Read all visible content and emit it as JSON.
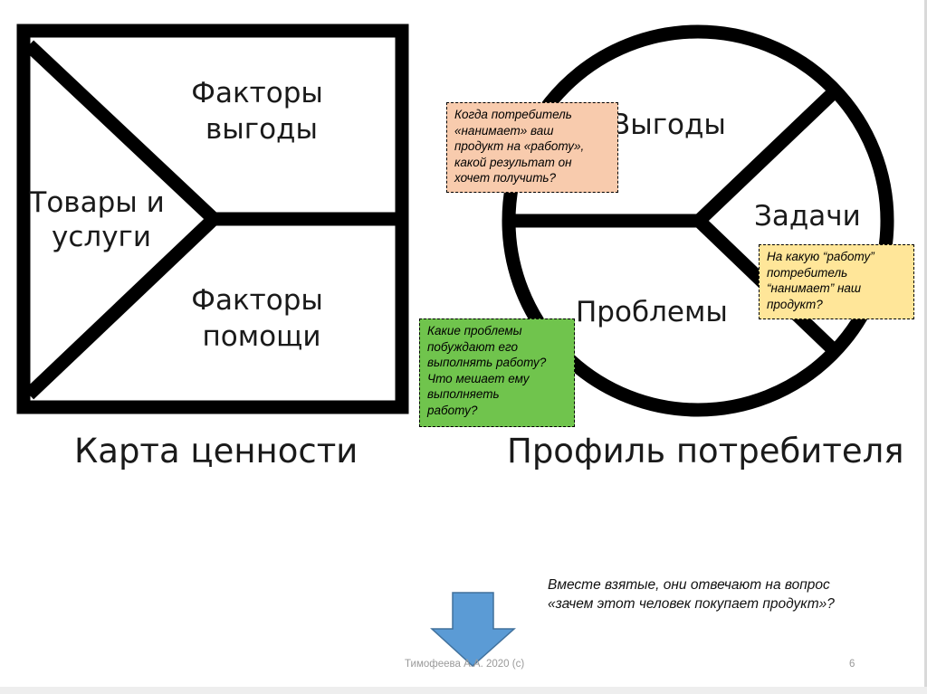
{
  "value_map": {
    "segments": [
      "Факторы\nвыгоды",
      "Товары и\nуслуги",
      "Факторы\nпомощи"
    ],
    "title": "Карта ценности"
  },
  "customer_profile": {
    "segments": [
      "Выгоды",
      "Задачи",
      "Проблемы"
    ],
    "title": "Профиль потребителя"
  },
  "notes": {
    "benefits": "Когда потребитель\n«нанимает» ваш\nпродукт на «работу»,\nкакой результат он\nхочет получить?",
    "jobs": "На какую “работу”\nпотребитель\n“нанимает” наш\nпродукт?",
    "problems": "Какие проблемы\nпобуждают его\nвыполнять работу?\nЧто мешает ему\nвыполняеть\nработу?"
  },
  "summary": "Вместе взятые, они отвечают на вопрос\n«зачем этот человек покупает продукт»?",
  "footer": {
    "author": "Тимофеева А.А. 2020 (с)",
    "page": "6"
  },
  "colors": {
    "note_benefits": "#f8cbad",
    "note_jobs": "#ffe699",
    "note_problems": "#70c44d",
    "arrow": "#5b9bd5",
    "arrow_border": "#41719c"
  },
  "icons": {
    "arrow": "down-arrow-icon"
  }
}
